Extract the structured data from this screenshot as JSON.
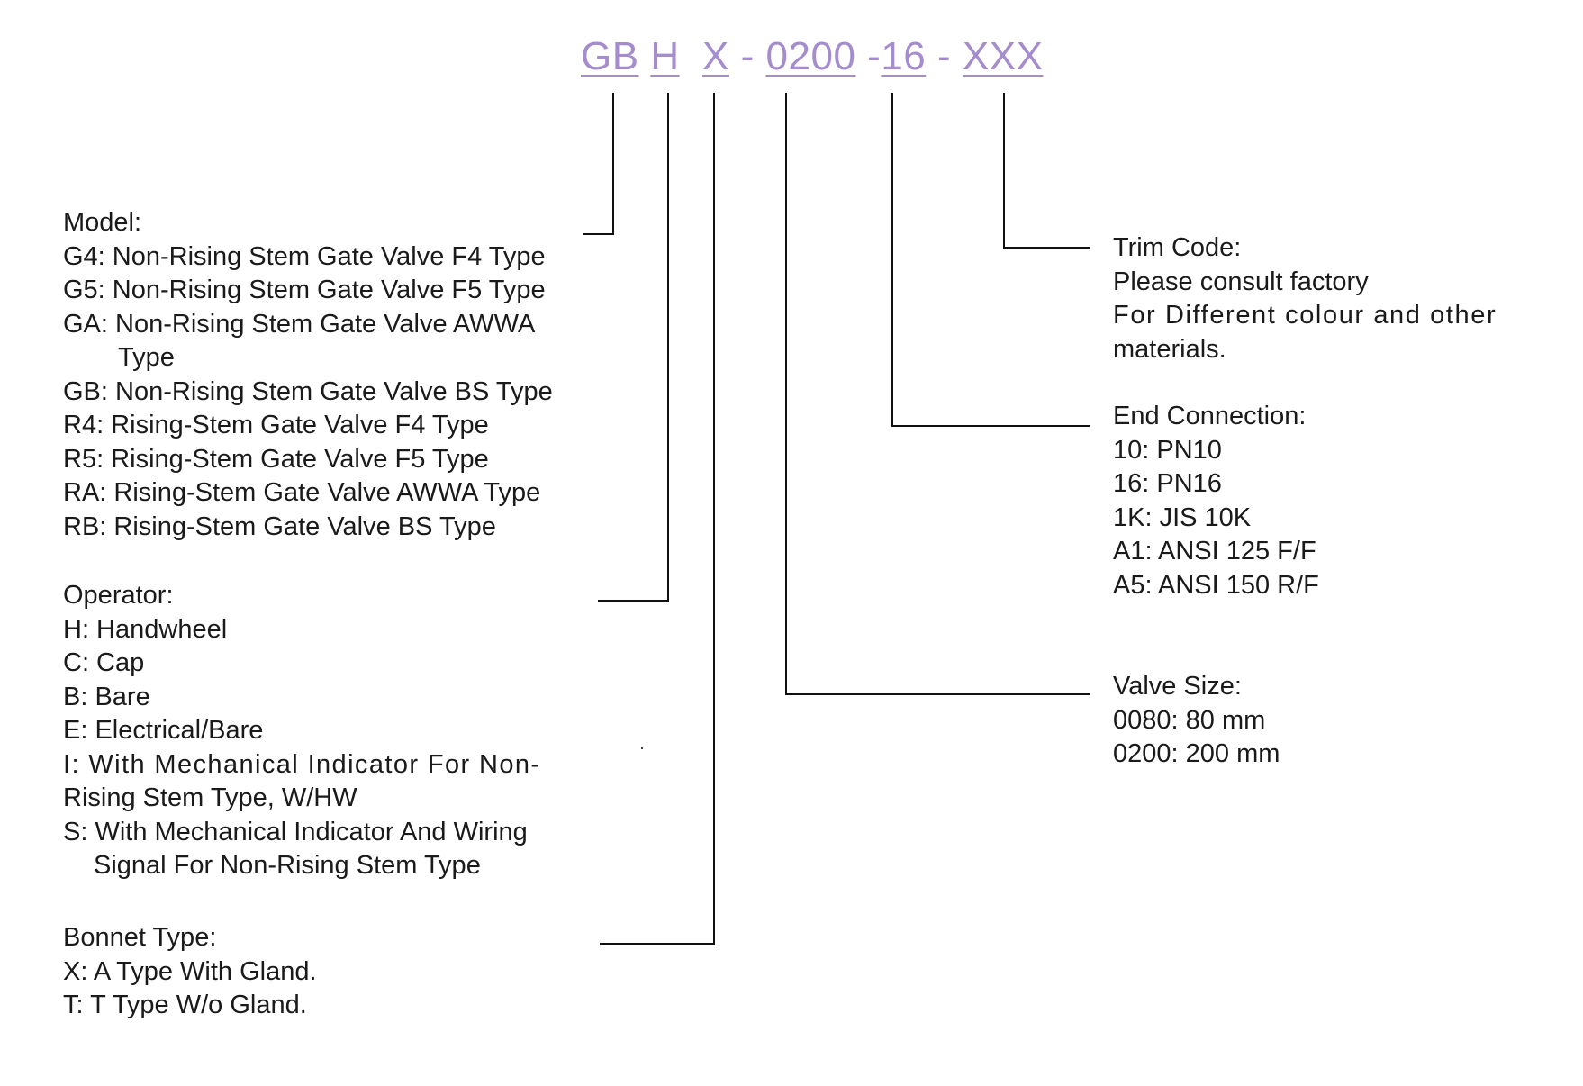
{
  "code": {
    "model": "GB",
    "operator": "H",
    "bonnet": "X",
    "size": "0200",
    "end": "16",
    "trim": "XXX",
    "sep": "-"
  },
  "model": {
    "title": "Model:",
    "items": [
      "G4: Non-Rising Stem Gate Valve F4 Type",
      "G5: Non-Rising Stem Gate Valve F5 Type",
      "GA: Non-Rising Stem Gate Valve AWWA",
      "Type",
      "GB: Non-Rising Stem Gate Valve BS Type",
      "R4: Rising-Stem Gate Valve F4 Type",
      "R5: Rising-Stem Gate Valve F5 Type",
      "RA: Rising-Stem Gate Valve AWWA Type",
      "RB: Rising-Stem Gate Valve BS Type"
    ]
  },
  "operator": {
    "title": "Operator:",
    "items": [
      "H: Handwheel",
      "C: Cap",
      "B: Bare",
      "E: Electrical/Bare",
      "I: With Mechanical Indicator For Non-",
      "Rising Stem Type, W/HW",
      "S: With Mechanical Indicator And Wiring",
      "Signal For Non-Rising Stem Type"
    ]
  },
  "bonnet": {
    "title": "Bonnet Type:",
    "items": [
      "X: A Type With Gland.",
      "T: T Type W/o Gland."
    ]
  },
  "trim": {
    "title": "Trim Code:",
    "items": [
      "Please consult factory",
      "For Different colour and other",
      "materials."
    ]
  },
  "end": {
    "title": "End Connection:",
    "items": [
      "10: PN10",
      "16: PN16",
      "1K: JIS 10K",
      "A1: ANSI 125 F/F",
      "A5: ANSI 150 R/F"
    ]
  },
  "size": {
    "title": "Valve Size:",
    "items": [
      "0080: 80 mm",
      "0200: 200 mm"
    ]
  },
  "colors": {
    "code": "#a58dcd",
    "text": "#1a1a1a",
    "lines": "#111111"
  }
}
